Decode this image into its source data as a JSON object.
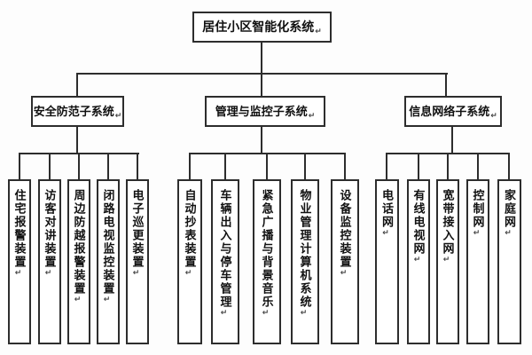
{
  "marks": {
    "return": "↵"
  },
  "colors": {
    "line": "#2d2d2d",
    "box_border": "#2d2d2d",
    "box_fill": "#ffffff",
    "background": "#fdfdfd",
    "text": "#111111"
  },
  "tree": {
    "root": {
      "label": "居住小区智能化系统"
    },
    "branches": [
      {
        "label": "安全防范子系统",
        "children": [
          "住宅报警装置",
          "访客对讲装置",
          "周边防越报警装置",
          "闭路电视监控装置",
          "电子巡更装置"
        ]
      },
      {
        "label": "管理与监控子系统",
        "children": [
          "自动抄表装置",
          "车辆出入与停车管理",
          "紧急广播与背景音乐",
          "物业管理计算机系统",
          "设备监控装置"
        ]
      },
      {
        "label": "信息网络子系统",
        "children": [
          "电话网",
          "有线电视网",
          "宽带接入网",
          "控制网",
          "家庭网"
        ]
      }
    ]
  }
}
